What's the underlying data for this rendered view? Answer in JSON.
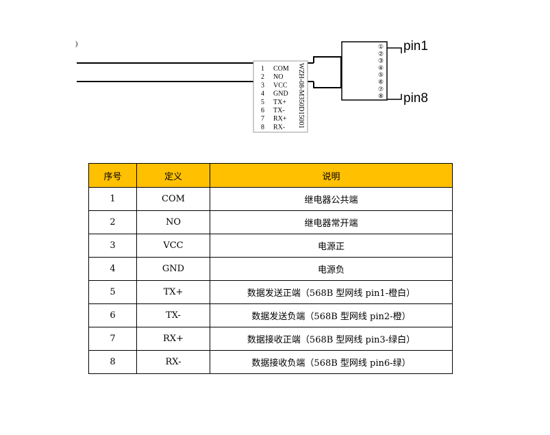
{
  "diagram": {
    "cable_tag": {
      "pins": [
        {
          "num": "1",
          "name": "COM"
        },
        {
          "num": "2",
          "name": "NO"
        },
        {
          "num": "3",
          "name": "VCC"
        },
        {
          "num": "4",
          "name": "GND"
        },
        {
          "num": "5",
          "name": "TX+"
        },
        {
          "num": "6",
          "name": "TX-"
        },
        {
          "num": "7",
          "name": "RX+"
        },
        {
          "num": "8",
          "name": "RX-"
        }
      ],
      "model": "WZH-08-M350D15001"
    },
    "connector_numbers": [
      "①",
      "②",
      "③",
      "④",
      "⑤",
      "⑥",
      "⑦",
      "⑧"
    ],
    "pin_top_label": "pin1",
    "pin_bottom_label": "pin8",
    "left_mark": ")"
  },
  "table": {
    "headers": [
      "序号",
      "定义",
      "说明"
    ],
    "header_color": "#ffc000",
    "rows": [
      [
        "1",
        "COM",
        "继电器公共端"
      ],
      [
        "2",
        "NO",
        "继电器常开端"
      ],
      [
        "3",
        "VCC",
        "电源正"
      ],
      [
        "4",
        "GND",
        "电源负"
      ],
      [
        "5",
        "TX+",
        "数据发送正端（568B 型网线 pin1-橙白）"
      ],
      [
        "6",
        "TX-",
        "数据发送负端（568B 型网线 pin2-橙）"
      ],
      [
        "7",
        "RX+",
        "数据接收正端（568B 型网线 pin3-绿白）"
      ],
      [
        "8",
        "RX-",
        "数据接收负端（568B 型网线 pin6-绿）"
      ]
    ]
  }
}
